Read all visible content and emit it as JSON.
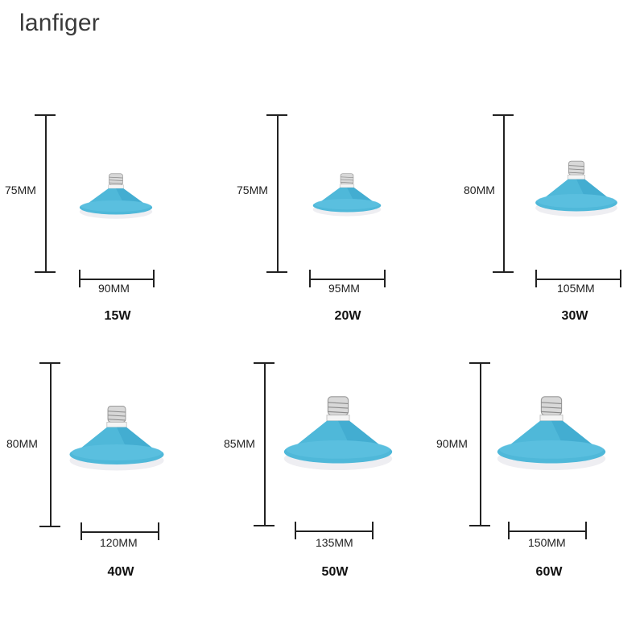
{
  "brand": "lanfiger",
  "colors": {
    "lamp_body": "#4fb8d9",
    "lamp_shadow": "#2f98c2",
    "diffuser": "#eeeef2",
    "base": "#d8d8d8",
    "line": "#222222"
  },
  "products": [
    {
      "wattage": "15W",
      "height": "75MM",
      "diameter": "90MM"
    },
    {
      "wattage": "20W",
      "height": "75MM",
      "diameter": "95MM"
    },
    {
      "wattage": "30W",
      "height": "80MM",
      "diameter": "105MM"
    },
    {
      "wattage": "40W",
      "height": "80MM",
      "diameter": "120MM"
    },
    {
      "wattage": "50W",
      "height": "85MM",
      "diameter": "135MM"
    },
    {
      "wattage": "60W",
      "height": "90MM",
      "diameter": "150MM"
    }
  ]
}
